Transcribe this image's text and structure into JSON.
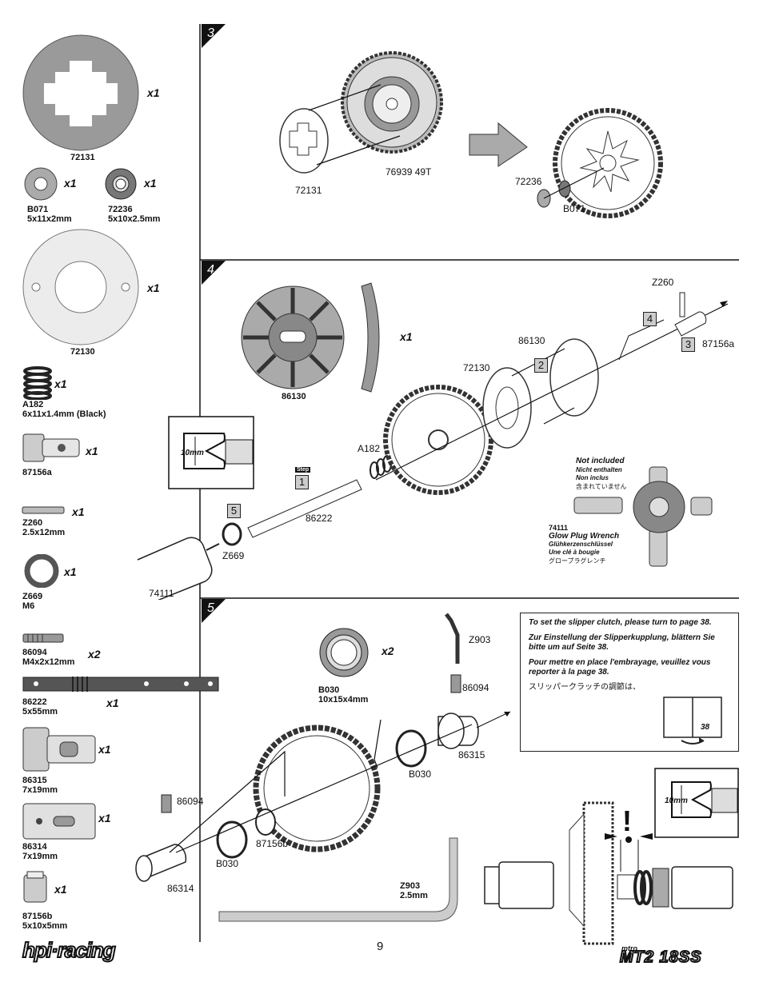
{
  "parts": [
    {
      "id": "p72131",
      "code": "72131",
      "size": "",
      "qty": "x1"
    },
    {
      "id": "pB071",
      "code": "B071",
      "size": "5x11x2mm",
      "qty": "x1"
    },
    {
      "id": "p72236",
      "code": "72236",
      "size": "5x10x2.5mm",
      "qty": "x1"
    },
    {
      "id": "p72130",
      "code": "72130",
      "size": "",
      "qty": "x1"
    },
    {
      "id": "pA182",
      "code": "A182",
      "size": "6x11x1.4mm (Black)",
      "qty": "x1"
    },
    {
      "id": "p87156a",
      "code": "87156a",
      "size": "",
      "qty": "x1"
    },
    {
      "id": "pZ260",
      "code": "Z260",
      "size": "2.5x12mm",
      "qty": "x1"
    },
    {
      "id": "pZ669",
      "code": "Z669",
      "size": "M6",
      "qty": "x1"
    },
    {
      "id": "p86094",
      "code": "86094",
      "size": "M4x2x12mm",
      "qty": "x2"
    },
    {
      "id": "p86222",
      "code": "86222",
      "size": "5x55mm",
      "qty": "x1"
    },
    {
      "id": "p86315",
      "code": "86315",
      "size": "7x19mm",
      "qty": "x1"
    },
    {
      "id": "p86314",
      "code": "86314",
      "size": "7x19mm",
      "qty": "x1"
    },
    {
      "id": "p87156b",
      "code": "87156b",
      "size": "5x10x5mm",
      "qty": "x1"
    }
  ],
  "brand": "hpi·racing",
  "product_logo": "MT2 18SS",
  "product_logo_small": "mtro",
  "page_number": "9",
  "steps": {
    "s3": {
      "number": "3",
      "labels": {
        "a": "72131",
        "b": "76939 49T",
        "c": "72236",
        "d": "B071"
      }
    },
    "s4": {
      "number": "4",
      "labels": {
        "z260": "Z260",
        "p87156a": "87156a",
        "p86130": "86130",
        "p72130": "72130",
        "a182": "A182",
        "p86222": "86222",
        "z669": "Z669",
        "p74111": "74111"
      },
      "part86130": {
        "code": "86130",
        "qty": "x1"
      },
      "wrench_size": "10mm",
      "step_tag": "Step",
      "order_boxes": [
        "1",
        "2",
        "3",
        "4",
        "5"
      ],
      "not_included": {
        "title": "Not included",
        "de": "Nicht enthalten",
        "fr": "Non inclus",
        "jp": "含まれていません",
        "code": "74111",
        "name_en": "Glow Plug Wrench",
        "name_de": "Glühkerzenschlüssel",
        "name_fr": "Une clé à bougie",
        "name_jp": "グロープラグレンチ"
      }
    },
    "s5": {
      "number": "5",
      "labels": {
        "z903": "Z903",
        "p86094a": "86094",
        "p86315": "86315",
        "b030a": "B030",
        "p86094b": "86094",
        "p87156b": "87156b",
        "b030b": "B030",
        "p86314": "86314"
      },
      "part_b030": {
        "code": "B030",
        "size": "10x15x4mm",
        "qty": "x2"
      },
      "part_z903": {
        "code": "Z903",
        "size": "2.5mm"
      },
      "wrench_size": "10mm",
      "note": {
        "en": "To set the slipper clutch, please turn to page 38.",
        "de": "Zur Einstellung der Slipperkupplung, blättern Sie bitte um auf Seite 38.",
        "fr": "Pour mettre en place l'embrayage, veuillez vous reporter à la page 38.",
        "jp": "スリッパークラッチの調節は、",
        "page": "38"
      },
      "warning": "!"
    }
  }
}
